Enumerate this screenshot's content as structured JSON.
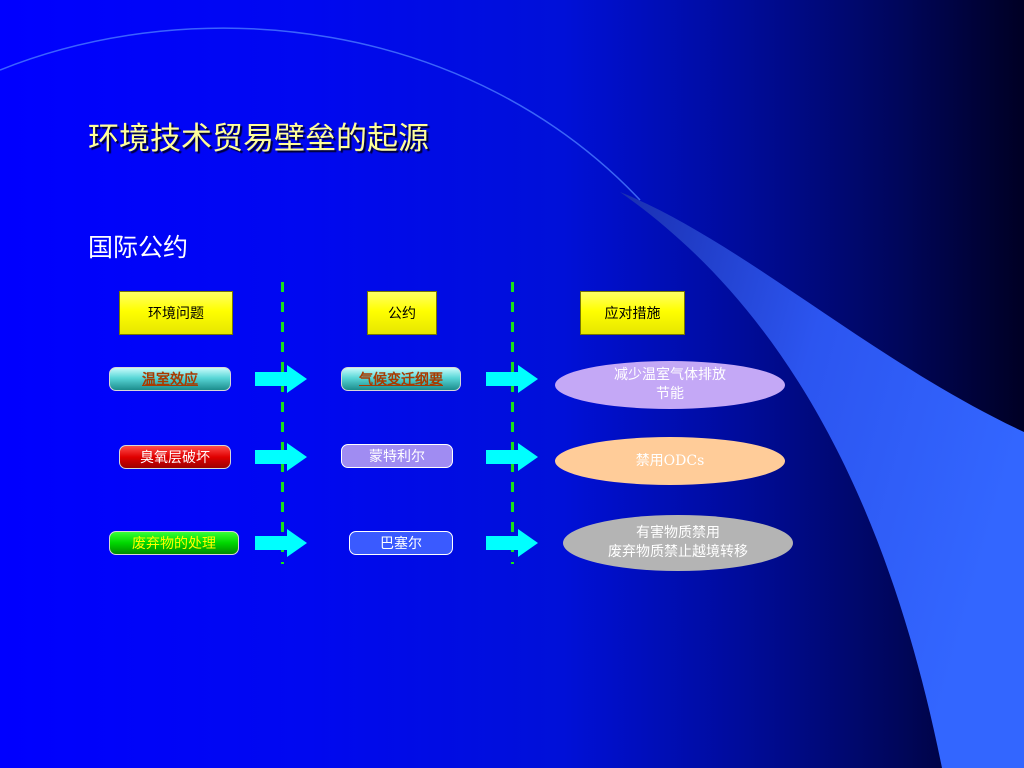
{
  "slide": {
    "title": "环境技术贸易壁垒的起源",
    "subtitle": "国际公约"
  },
  "columns": {
    "problem_header": "环境问题",
    "convention_header": "公约",
    "measure_header": "应对措施"
  },
  "rows": [
    {
      "problem": "温室效应",
      "convention": "气候变迁纲要",
      "measure_line1": "减少温室气体排放",
      "measure_line2": "节能"
    },
    {
      "problem": "臭氧层破坏",
      "convention": "蒙特利尔",
      "measure_line1": "禁用ODCs",
      "measure_line2": ""
    },
    {
      "problem": "废弃物的处理",
      "convention": "巴塞尔",
      "measure_line1": "有害物质禁用",
      "measure_line2": "废弃物质禁止越境转移"
    }
  ],
  "colors": {
    "header_fill": "#ffff00",
    "arrow_fill": "#00ffff",
    "divider": "#19e019",
    "swoosh": "#3366ff"
  }
}
